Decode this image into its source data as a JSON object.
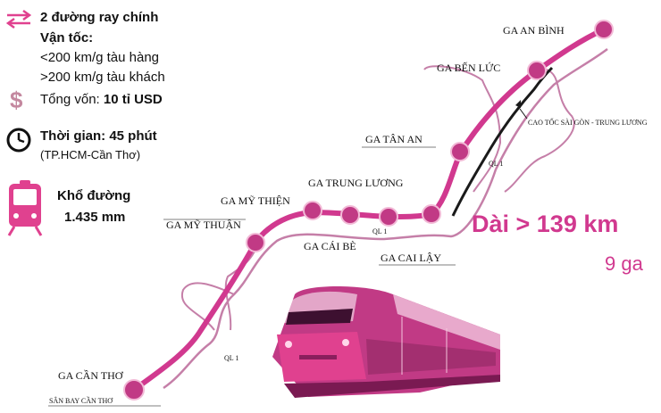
{
  "legend": {
    "rails_title": "2 đường ray chính",
    "speed_label": "Vận tốc:",
    "speed_freight": "<200 km/g tàu hàng",
    "speed_passenger": ">200 km/g tàu khách",
    "capital_prefix": "Tổng vốn: ",
    "capital_value": "10 tỉ USD",
    "time_label": "Thời gian: 45 phút",
    "time_route": "(TP.HCM-Cần Thơ)",
    "gauge_label": "Khổ đường",
    "gauge_value": "1.435 mm"
  },
  "stats": {
    "length": "Dài > 139 km",
    "stations": "9 ga"
  },
  "stations": [
    {
      "name": "GA AN BÌNH"
    },
    {
      "name": "GA BẾN LỨC"
    },
    {
      "name": "GA TÂN AN"
    },
    {
      "name": "GA TRUNG LƯƠNG"
    },
    {
      "name": "GA MỸ THIỆN"
    },
    {
      "name": "GA MỸ THUẬN"
    },
    {
      "name": "GA CÁI BÈ"
    },
    {
      "name": "GA CAI LẬY"
    },
    {
      "name": "GA CẦN THƠ"
    }
  ],
  "map_labels": {
    "expressway": "CAO TỐC SÀI GÒN - TRUNG LƯƠNG",
    "ql1_a": "QL 1",
    "ql1_b": "QL 1",
    "ql1_c": "QL 1",
    "airport": "SÂN BAY CẦN THƠ"
  },
  "colors": {
    "rail": "#d1398f",
    "station_fill": "#c13a85",
    "road": "#c57fa8",
    "expressway": "#1a1a1a",
    "accent": "#e0418f"
  },
  "icons": [
    "rail-arrows-icon",
    "dollar-icon",
    "clock-icon",
    "train-front-icon",
    "train-icon"
  ]
}
